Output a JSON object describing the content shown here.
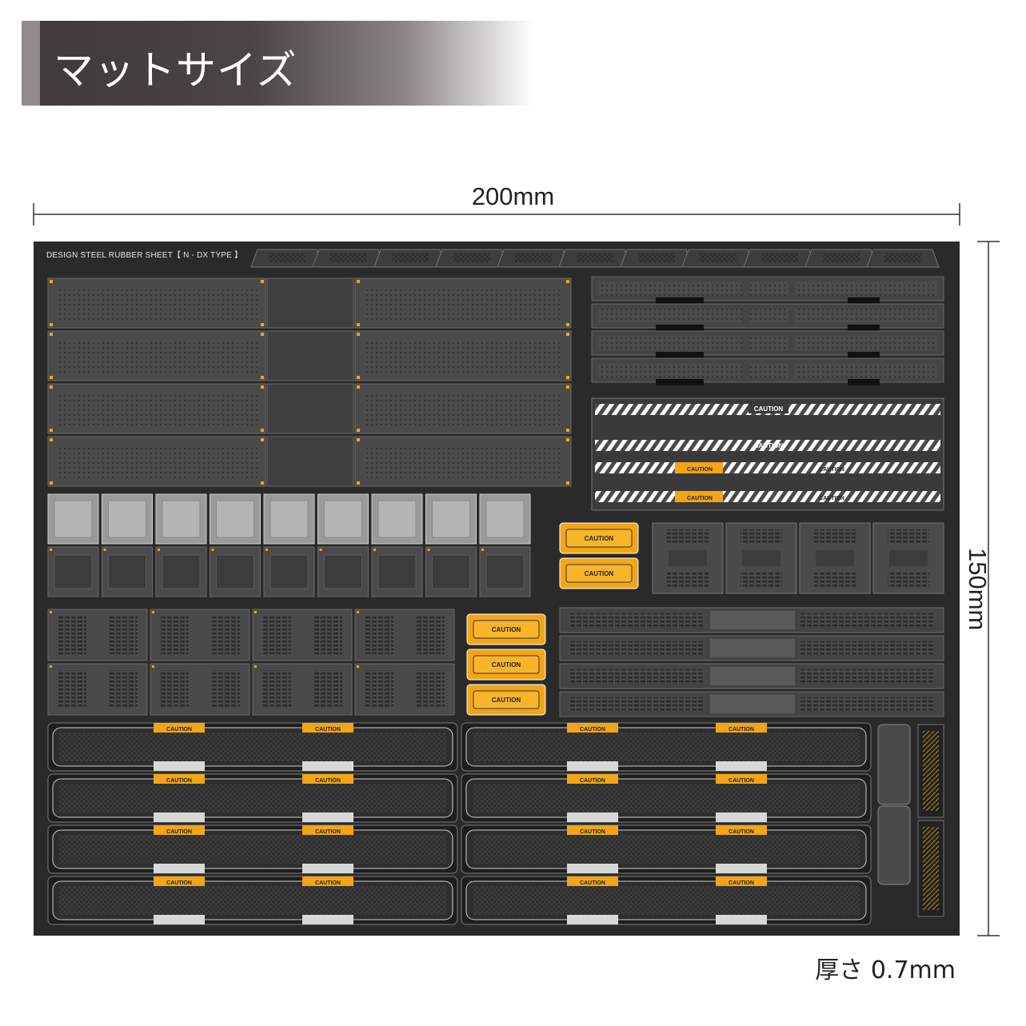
{
  "banner": {
    "title": "マットサイズ"
  },
  "dimensions": {
    "width_label": "200mm",
    "height_label": "150mm",
    "thickness_label": "厚さ 0.7mm"
  },
  "sheet": {
    "title": "DESIGN STEEL RUBBER SHEET【 N - DX TYPE 】",
    "caution_label": "CAUTION"
  },
  "colors": {
    "sheet": "#2b2a2a",
    "panel": "#4a4a4a",
    "panel_light": "#9a9a9a",
    "caution": "#f2a516",
    "stripe": "#ffffff"
  }
}
